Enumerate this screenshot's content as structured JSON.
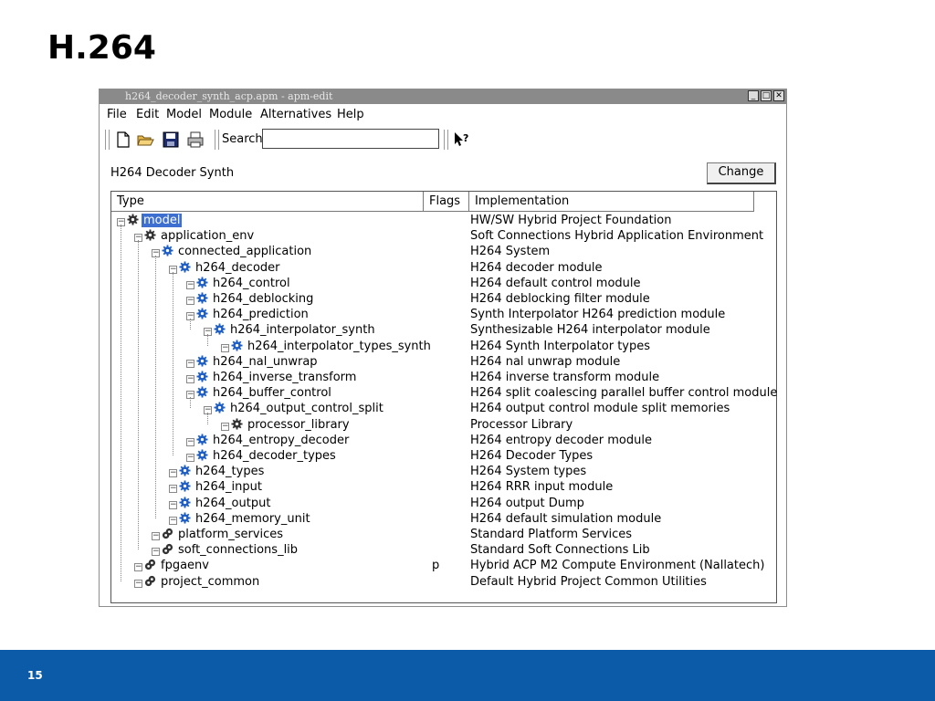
{
  "slide": {
    "title": "H.264",
    "page_number": "15"
  },
  "window": {
    "title": "h264_decoder_synth_acp.apm - apm-edit",
    "controls": [
      "_",
      "□",
      "✕"
    ]
  },
  "menu": [
    "File",
    "Edit",
    "Model",
    "Module",
    "Alternatives",
    "Help"
  ],
  "toolbar": {
    "search_label": "Search",
    "search_value": ""
  },
  "project": {
    "label": "H264 Decoder Synth",
    "change_label": "Change"
  },
  "tree": {
    "columns": [
      "Type",
      "Flags",
      "Implementation"
    ],
    "rows": [
      {
        "name": "model",
        "depth": 0,
        "icon": "gear",
        "flag": "",
        "impl": "HW/SW Hybrid Project Foundation"
      },
      {
        "name": "application_env",
        "depth": 1,
        "icon": "gear",
        "flag": "",
        "impl": "Soft Connections Hybrid Application Environment"
      },
      {
        "name": "connected_application",
        "depth": 2,
        "icon": "gear-blue",
        "flag": "",
        "impl": "H264 System"
      },
      {
        "name": "h264_decoder",
        "depth": 3,
        "icon": "gear-blue",
        "flag": "",
        "impl": "H264 decoder module"
      },
      {
        "name": "h264_control",
        "depth": 4,
        "icon": "gear-blue",
        "flag": "",
        "impl": "H264 default control module"
      },
      {
        "name": "h264_deblocking",
        "depth": 4,
        "icon": "gear-blue",
        "flag": "",
        "impl": "H264 deblocking filter module"
      },
      {
        "name": "h264_prediction",
        "depth": 4,
        "icon": "gear-blue",
        "flag": "",
        "impl": "Synth Interpolator H264 prediction module"
      },
      {
        "name": "h264_interpolator_synth",
        "depth": 5,
        "icon": "gear-blue",
        "flag": "",
        "impl": "Synthesizable H264 interpolator module"
      },
      {
        "name": "h264_interpolator_types_synth",
        "depth": 6,
        "icon": "gear-blue",
        "flag": "",
        "impl": "H264 Synth Interpolator types"
      },
      {
        "name": "h264_nal_unwrap",
        "depth": 4,
        "icon": "gear-blue",
        "flag": "",
        "impl": "H264 nal unwrap module"
      },
      {
        "name": "h264_inverse_transform",
        "depth": 4,
        "icon": "gear-blue",
        "flag": "",
        "impl": "H264 inverse transform module"
      },
      {
        "name": "h264_buffer_control",
        "depth": 4,
        "icon": "gear-blue",
        "flag": "",
        "impl": "H264 split coalescing parallel buffer control module"
      },
      {
        "name": "h264_output_control_split",
        "depth": 5,
        "icon": "gear-blue",
        "flag": "",
        "impl": "H264 output control module split memories"
      },
      {
        "name": "processor_library",
        "depth": 6,
        "icon": "gear",
        "flag": "",
        "impl": "Processor Library"
      },
      {
        "name": "h264_entropy_decoder",
        "depth": 4,
        "icon": "gear-blue",
        "flag": "",
        "impl": "H264 entropy decoder module"
      },
      {
        "name": "h264_decoder_types",
        "depth": 4,
        "icon": "gear-blue",
        "flag": "",
        "impl": "H264 Decoder Types"
      },
      {
        "name": "h264_types",
        "depth": 3,
        "icon": "gear-blue",
        "flag": "",
        "impl": "H264 System types"
      },
      {
        "name": "h264_input",
        "depth": 3,
        "icon": "gear-blue",
        "flag": "",
        "impl": "H264 RRR input module"
      },
      {
        "name": "h264_output",
        "depth": 3,
        "icon": "gear-blue",
        "flag": "",
        "impl": "H264 output Dump"
      },
      {
        "name": "h264_memory_unit",
        "depth": 3,
        "icon": "gear-blue",
        "flag": "",
        "impl": "H264 default simulation module"
      },
      {
        "name": "platform_services",
        "depth": 2,
        "icon": "gears",
        "flag": "",
        "impl": "Standard Platform Services"
      },
      {
        "name": "soft_connections_lib",
        "depth": 2,
        "icon": "gears",
        "flag": "",
        "impl": "Standard Soft Connections Lib"
      },
      {
        "name": "fpgaenv",
        "depth": 1,
        "icon": "gears",
        "flag": "p",
        "impl": "Hybrid ACP M2 Compute Environment (Nallatech)"
      },
      {
        "name": "project_common",
        "depth": 1,
        "icon": "gears",
        "flag": "",
        "impl": "Default Hybrid Project Common Utilities"
      }
    ]
  },
  "colors": {
    "footer": "#0b5ba8",
    "selection": "#3c6fcf",
    "gear_blue": "#1f5fc4",
    "gear_dark": "#333333"
  }
}
